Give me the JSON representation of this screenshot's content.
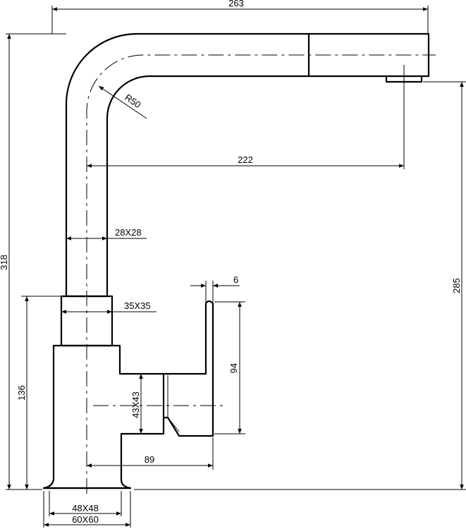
{
  "dimensions": {
    "overall_length": "263",
    "overall_height": "318",
    "spout_reach": "222",
    "spout_height": "285",
    "bend_radius": "R50",
    "spout_section": "28X28",
    "collar_section": "35X35",
    "lever_thickness": "6",
    "lever_height": "94",
    "lever_reach": "89",
    "body_height": "136",
    "lever_hub_section": "43X43",
    "base_inner": "48X48",
    "base_outer": "60X60"
  }
}
